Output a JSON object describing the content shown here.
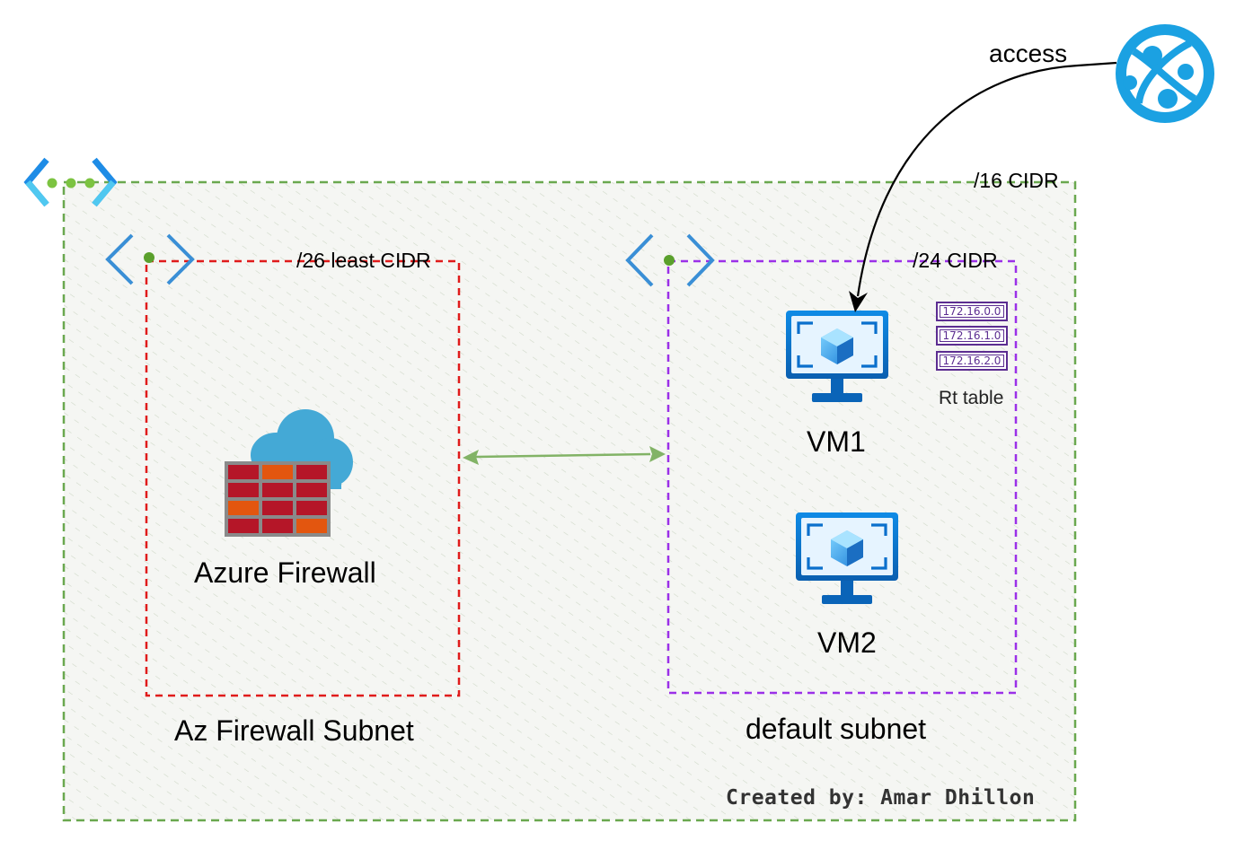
{
  "vnet": {
    "cidr_label": "/16 CIDR"
  },
  "firewall_subnet": {
    "cidr_label": "/26 least CIDR",
    "name": "Az Firewall Subnet",
    "firewall_label": "Azure Firewall"
  },
  "default_subnet": {
    "cidr_label": "/24 CIDR",
    "name": "default subnet",
    "vm1_label": "VM1",
    "vm2_label": "VM2",
    "route_table": {
      "label": "Rt table",
      "routes": [
        "172.16.0.0",
        "172.16.1.0",
        "172.16.2.0"
      ]
    }
  },
  "access_label": "access",
  "credit": "Created by: Amar Dhillon",
  "colors": {
    "vnet_border": "#6aa84f",
    "firewall_subnet_border": "#e01b1b",
    "default_subnet_border": "#9b30e8",
    "arrow": "#82b366",
    "azure_blue": "#0078d4",
    "internet_icon": "#1ba1e2",
    "route_table": "#5c2d91"
  },
  "icons": [
    "vnet-icon",
    "subnet-icon",
    "firewall-icon",
    "virtual-machine-icon",
    "web-globe-icon",
    "route-table-icon"
  ]
}
